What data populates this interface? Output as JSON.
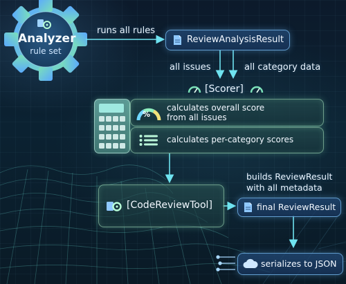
{
  "analyzer": {
    "title": "Analyzer",
    "subtitle": "rule set"
  },
  "labels": {
    "runs_all_rules": "runs all rules",
    "all_issues": "all issues",
    "all_category_data": "all category data",
    "builds_line1": "builds ReviewResult",
    "builds_line2": "with all metadata"
  },
  "nodes": {
    "review_analysis_result": "ReviewAnalysisResult",
    "scorer": "[Scorer]",
    "overall_line1": "calculates overall score",
    "overall_line2": "from all issues",
    "overall_gauge_symbol": "%",
    "per_category": "calculates per-category scores",
    "code_review_tool": "[CodeReviewTool]",
    "final_review_result": "final ReviewResult",
    "serializes": "serializes to JSON"
  },
  "icons": [
    "gear-icon",
    "document-icon",
    "gauge-icon",
    "calculator-icon",
    "list-icon",
    "cloud-icon",
    "circuit-icon"
  ],
  "colors": {
    "arrow": "#6fe3f0",
    "box_border": "#b4f0c8",
    "blue_box": "#2d5a8a",
    "gear_gradient_start": "#5aa8ff",
    "gear_gradient_end": "#7be0b8"
  }
}
